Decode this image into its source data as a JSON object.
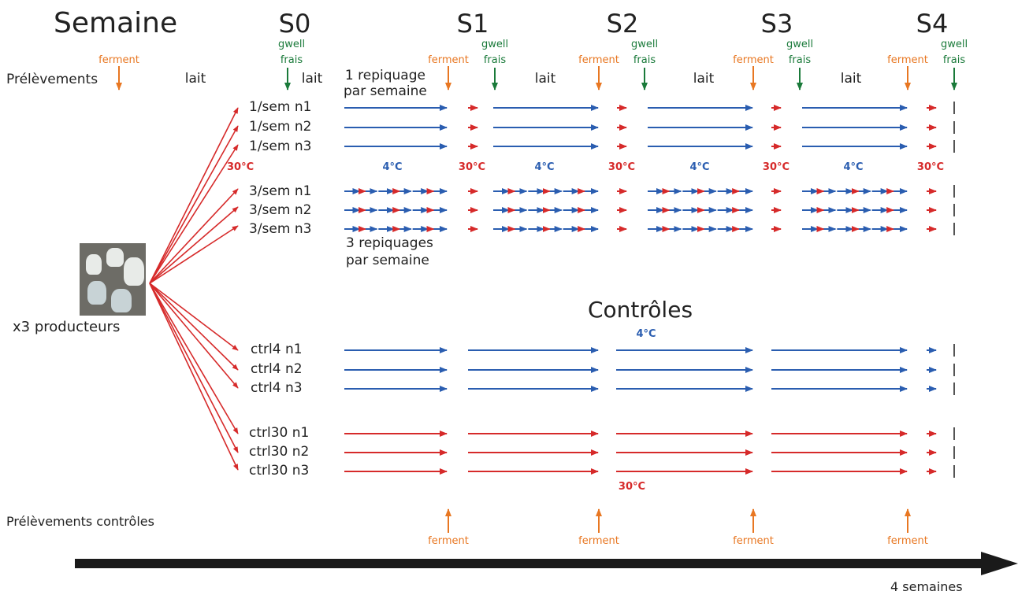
{
  "title": "Semaine",
  "weeks": [
    "S0",
    "S1",
    "S2",
    "S3",
    "S4"
  ],
  "samples_label": "Prélèvements",
  "controls_samples_label": "Prélèvements contrôles",
  "tags": {
    "ferment": "ferment",
    "gwell": "gwell",
    "frais": "frais",
    "lait": "lait"
  },
  "repiquage_1": [
    "1 repiquage",
    "par semaine"
  ],
  "repiquage_3": [
    "3 repiquages",
    "par semaine"
  ],
  "rows_1": [
    "1/sem n1",
    "1/sem n2",
    "1/sem n3"
  ],
  "rows_3": [
    "3/sem n1",
    "3/sem n2",
    "3/sem n3"
  ],
  "ctrl4_rows": [
    "ctrl4 n1",
    "ctrl4 n2",
    "ctrl4 n3"
  ],
  "ctrl30_rows": [
    "ctrl30 n1",
    "ctrl30 n2",
    "ctrl30 n3"
  ],
  "controls_title": "Contrôles",
  "temps": {
    "cold": "4°C",
    "warm": "30°C"
  },
  "producers_label": "x3 producteurs",
  "timeline_label": "4 semaines",
  "colors": {
    "blue": "#2a5db0",
    "red": "#d62a2a",
    "orange": "#e87722",
    "green": "#1a7a3a",
    "black": "#1a1a1a"
  }
}
